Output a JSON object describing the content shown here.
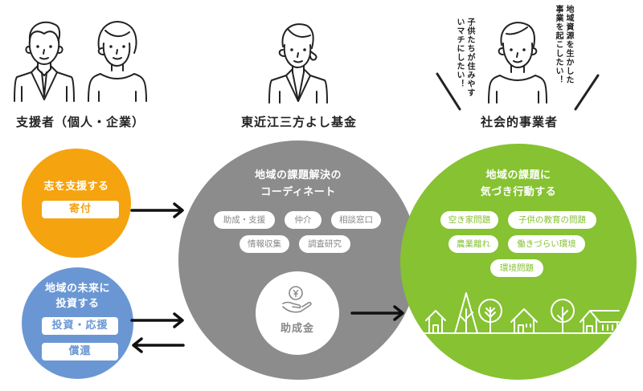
{
  "roles": {
    "supporters": "支援者（個人・企業）",
    "foundation": "東近江三方よし基金",
    "social_business": "社会的事業者"
  },
  "speech": {
    "left": "子供たちが住みやすいマチにしたい！",
    "right": "地域資源を生かした事業を起こしたい！"
  },
  "orange_circle": {
    "title": "志を支援する",
    "box": "寄付",
    "color": "#F5A30F"
  },
  "blue_circle": {
    "title_line1": "地域の未来に",
    "title_line2": "投資する",
    "box1": "投資・応援",
    "box2": "償還",
    "color": "#6A97D4"
  },
  "gray_circle": {
    "title_line1": "地域の課題解決の",
    "title_line2": "コーディネート",
    "pills": [
      "助成・支援",
      "仲介",
      "相談窓口",
      "情報収集",
      "調査研究"
    ],
    "grant_label": "助成金",
    "grant_icon": "yen-coin-hand-icon",
    "color": "#8C8C8C"
  },
  "green_circle": {
    "title_line1": "地域の課題に",
    "title_line2": "気づき行動する",
    "pills": [
      "空き家問題",
      "子供の教育の問題",
      "農業離れ",
      "働きづらい環境",
      "環境問題"
    ],
    "color": "#86C232"
  }
}
